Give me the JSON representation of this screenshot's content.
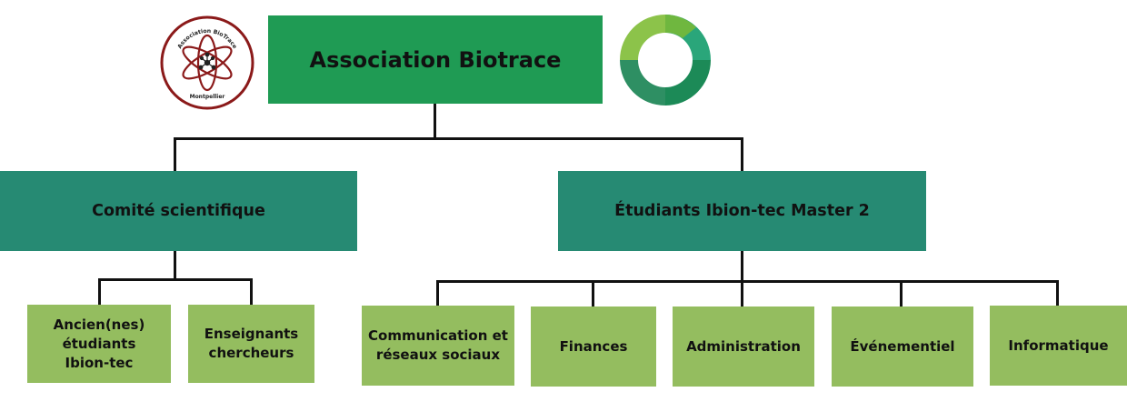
{
  "root": {
    "label": "Association Biotrace",
    "color": "#1f9b54"
  },
  "left_logo": {
    "top_text": "Association BioTrace",
    "bottom_text": "Montpellier",
    "icon": "atom-molecule-icon",
    "ring_color": "#8b1a1a"
  },
  "right_logo": {
    "icon": "green-swirl-ring-icon",
    "colors": [
      "#1c8a57",
      "#2aa67a",
      "#8cc34a"
    ]
  },
  "groups": [
    {
      "label": "Comité scientifique",
      "color": "#268a73"
    },
    {
      "label": "Étudiants Ibion-tec Master 2",
      "color": "#268a73"
    }
  ],
  "left_children": [
    {
      "label": "Ancien(nes)\nétudiants\nIbion-tec"
    },
    {
      "label": "Enseignants\nchercheurs"
    }
  ],
  "right_children": [
    {
      "label": "Communication et\nréseaux sociaux"
    },
    {
      "label": "Finances"
    },
    {
      "label": "Administration"
    },
    {
      "label": "Événementiel"
    },
    {
      "label": "Informatique"
    }
  ],
  "leaf_color": "#94bd5f"
}
